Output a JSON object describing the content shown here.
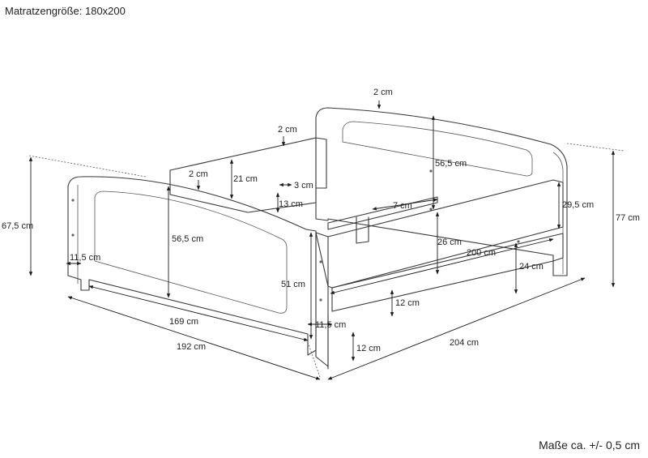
{
  "title": "Matratzengröße: 180x200",
  "footer": "Maße ca. +/- 0,5 cm",
  "labels": {
    "top_thickness_head": "2 cm",
    "side_height": "56,5 cm",
    "head_total": "77 cm",
    "side_panel_height": "29,5 cm",
    "crossbar": "7 cm",
    "side_inner": "26 cm",
    "inner_length": "200 cm",
    "leg_side": "24 cm",
    "mid_thickness": "2 cm",
    "rail_thickness": "2 cm",
    "rail_height": "21 cm",
    "slat_3": "3 cm",
    "slat_13": "13 cm",
    "foot_total": "67,5 cm",
    "foot_leg": "11,5 cm",
    "foot_panel": "56,5 cm",
    "front_leg": "51 cm",
    "front_thick": "11,5 cm",
    "clearance": "12 cm",
    "ground": "12 cm",
    "inner_width": "169 cm",
    "outer_width": "192 cm",
    "outer_length": "204 cm"
  }
}
